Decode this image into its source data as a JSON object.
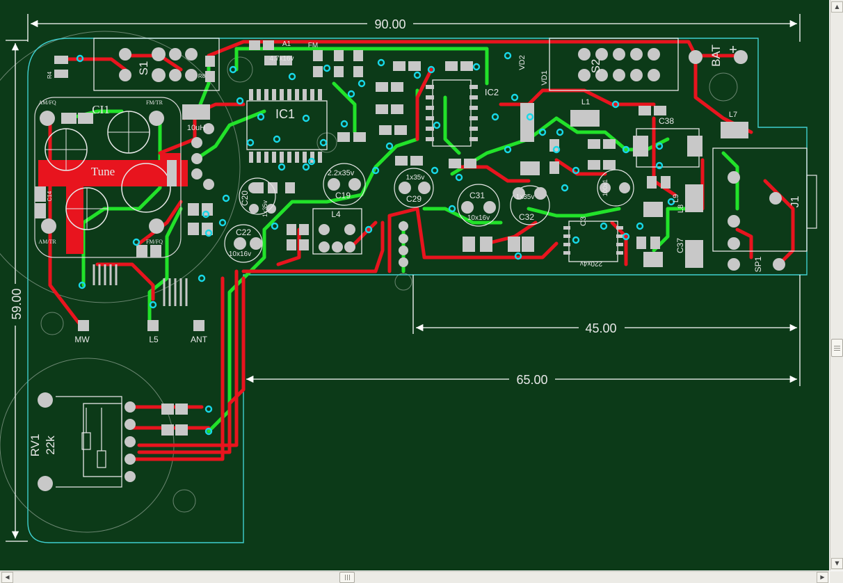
{
  "dimensions": {
    "board_width": "90.00",
    "board_height": "59.00",
    "right_section": "45.00",
    "lower_section": "65.00"
  },
  "components": {
    "s1": "S1",
    "s2": "S2",
    "ic1": "IC1",
    "ic2": "IC2",
    "ci1": "CI1",
    "tune": "Tune",
    "rv1": "RV1",
    "rv1_value": "22k",
    "bat": "BAT",
    "bat_plus": "+",
    "j1": "J1",
    "sp1": "SP1",
    "vd1": "VD1",
    "vd2": "VD2",
    "c19": "C19",
    "c20": "C20",
    "c22": "C22",
    "c29": "C29",
    "c31": "C31",
    "c32": "C32",
    "c37": "C37",
    "c38": "C38",
    "c3": "C3",
    "l1": "L1",
    "l4": "L4",
    "l5": "L5",
    "l7": "L7",
    "l8": "L8",
    "l9": "L9",
    "l1_value": "10uH",
    "r4": "R4",
    "r8": "R8",
    "c14": "C14"
  },
  "values": {
    "v1": "4.7x16v",
    "v2": "2.2x35v",
    "v3": "1x35v",
    "v4": "10x16v",
    "v5": "1x35v",
    "v6": "10x16v",
    "v7": "220x4v",
    "v8": "1x35v",
    "v9": "100x1"
  },
  "tuner_labels": {
    "am_fq": "AM/FQ",
    "fm_tr": "FM/TR",
    "am_tr": "AM/TR",
    "fm_fq": "FM/FQ",
    "fm": "FM",
    "a1": "A1"
  },
  "connectors": {
    "mw": "MW",
    "l5": "L5",
    "ant": "ANT"
  },
  "colors": {
    "background": "#0c3a18",
    "board_outline": "#3fd0d0",
    "top_copper": "#e8141e",
    "bottom_copper": "#22e22a",
    "pad": "#c8c8c8",
    "via": "#18d8e8",
    "silkscreen": "#e8e8e8"
  },
  "scrollbars": {
    "vertical_up": "up-arrow",
    "vertical_down": "down-arrow",
    "horizontal_left": "left-arrow",
    "horizontal_right": "right-arrow"
  }
}
